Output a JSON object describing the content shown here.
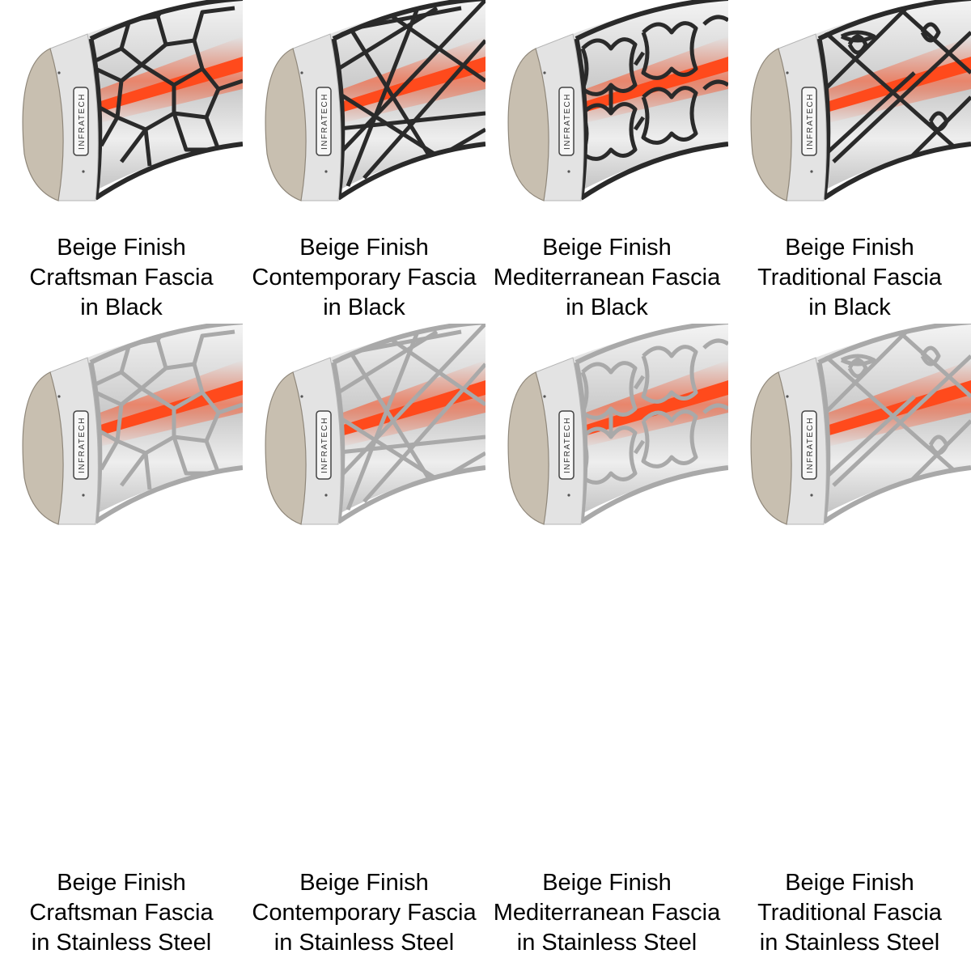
{
  "colors": {
    "beige_finish": "#c8bfb0",
    "fascia_black": "#2a2a2a",
    "fascia_stainless": "#a9a9a9",
    "element_glow": "#ff4a1c",
    "brand_text": "#333333"
  },
  "brand": "INFRATECH",
  "products": [
    {
      "finish": "Beige Finish",
      "style": "Craftsman Fascia",
      "material": "in Black",
      "pattern": "craftsman",
      "fascia": "black"
    },
    {
      "finish": "Beige Finish",
      "style": "Contemporary Fascia",
      "material": "in Black",
      "pattern": "contemporary",
      "fascia": "black"
    },
    {
      "finish": "Beige Finish",
      "style": "Mediterranean Fascia",
      "material": "in Black",
      "pattern": "mediterranean",
      "fascia": "black"
    },
    {
      "finish": "Beige Finish",
      "style": "Traditional Fascia",
      "material": "in Black",
      "pattern": "traditional",
      "fascia": "black"
    },
    {
      "finish": "Beige Finish",
      "style": "Craftsman Fascia",
      "material": "in Stainless Steel",
      "pattern": "craftsman",
      "fascia": "stainless"
    },
    {
      "finish": "Beige Finish",
      "style": "Contemporary Fascia",
      "material": "in Stainless Steel",
      "pattern": "contemporary",
      "fascia": "stainless"
    },
    {
      "finish": "Beige Finish",
      "style": "Mediterranean Fascia",
      "material": "in Stainless Steel",
      "pattern": "mediterranean",
      "fascia": "stainless"
    },
    {
      "finish": "Beige Finish",
      "style": "Traditional Fascia",
      "material": "in Stainless Steel",
      "pattern": "traditional",
      "fascia": "stainless"
    }
  ]
}
